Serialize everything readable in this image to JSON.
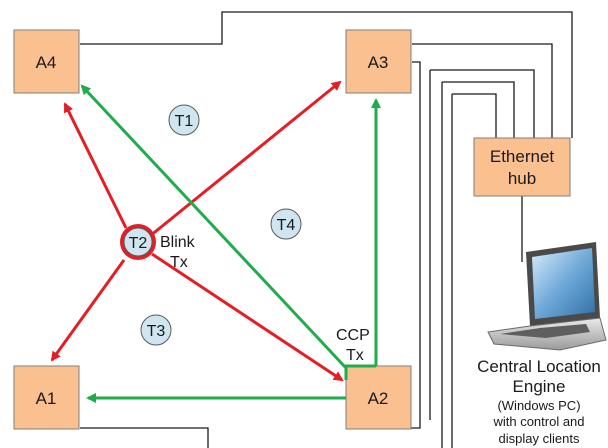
{
  "anchors": {
    "a4": "A4",
    "a3": "A3",
    "a1": "A1",
    "a2": "A2"
  },
  "hub": {
    "line1": "Ethernet",
    "line2": "hub"
  },
  "tags": {
    "t1": "T1",
    "t2": "T2",
    "t3": "T3",
    "t4": "T4"
  },
  "annotations": {
    "blink_line1": "Blink",
    "blink_line2": "Tx",
    "ccp_line1": "CCP",
    "ccp_line2": "Tx"
  },
  "engine": {
    "line1": "Central Location",
    "line2": "Engine",
    "line3": "(Windows PC)",
    "line4": "with control and",
    "line5": "display clients"
  },
  "colors": {
    "blink_arrow": "#e31e24",
    "ccp_arrow": "#20ac4b",
    "anchor_fill": "#fac090",
    "tag_fill": "#cfe6f1"
  }
}
